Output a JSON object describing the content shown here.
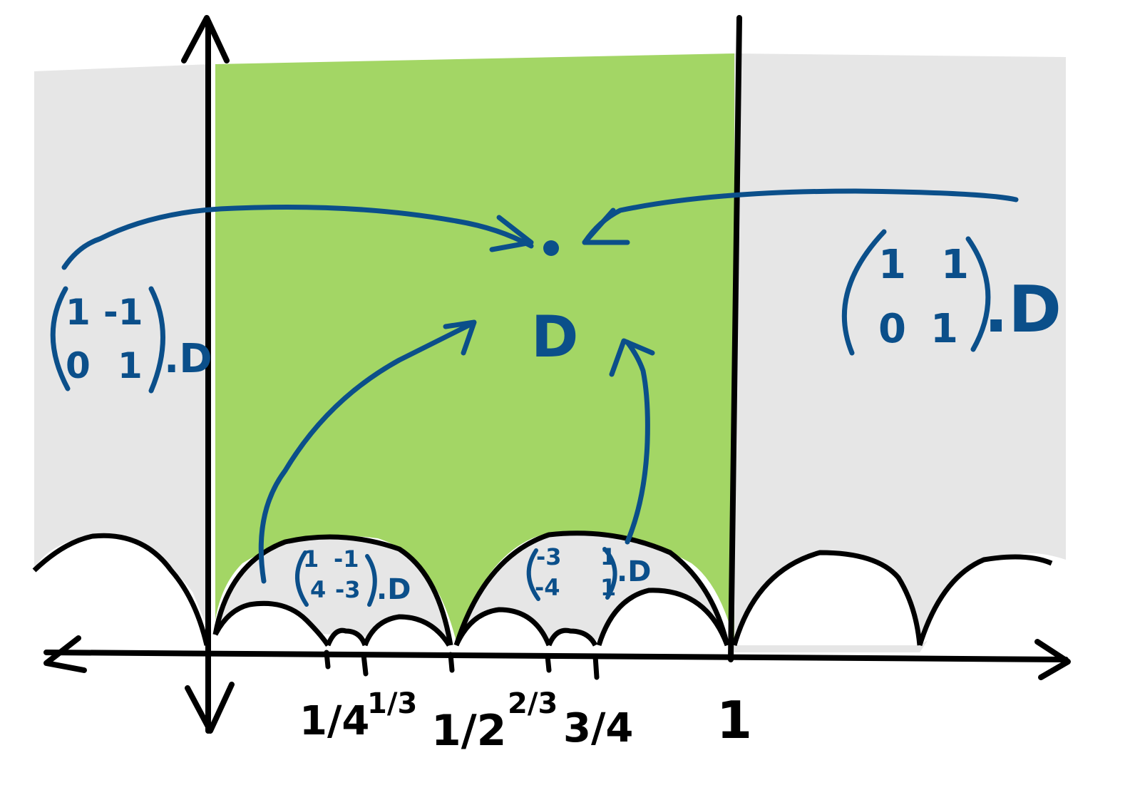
{
  "colors": {
    "fundamental_domain": "#a3d665",
    "shaded_region": "#e6e6e6",
    "arrows": "#0b4f8a",
    "ink": "#000000"
  },
  "fundamental_label": "D",
  "matrices": {
    "left": {
      "row1": [
        "1",
        "-1"
      ],
      "row2": [
        "0",
        "1"
      ],
      "suffix": ".D"
    },
    "right": {
      "row1": [
        "1",
        "1"
      ],
      "row2": [
        "0",
        "1"
      ],
      "suffix": ".D"
    },
    "arc_left": {
      "row1": [
        "1",
        "-1"
      ],
      "row2": [
        "4",
        "-3"
      ],
      "suffix": ".D"
    },
    "arc_right": {
      "row1": [
        "-3",
        "1"
      ],
      "row2": [
        "-4",
        "1"
      ],
      "suffix": ".D"
    }
  },
  "axis_labels": {
    "quarter": "1/4",
    "third": "1/3",
    "half": "1/2",
    "two_thirds": "2/3",
    "three_quarters": "3/4",
    "one": "1"
  }
}
